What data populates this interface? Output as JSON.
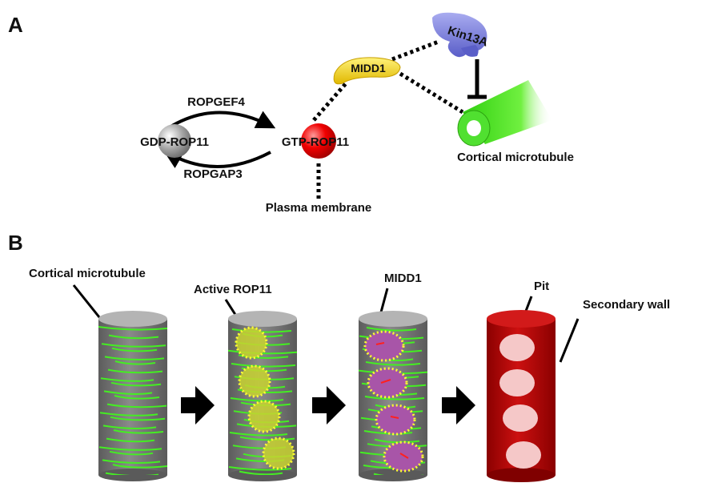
{
  "panel_a": {
    "letter": "A",
    "gdp_rop11": "GDP-ROP11",
    "gtp_rop11": "GTP-ROP11",
    "ropgef4": "ROPGEF4",
    "ropgap3": "ROPGAP3",
    "plasma_membrane": "Plasma membrane",
    "midd1": "MIDD1",
    "kin13a": "Kin13A",
    "cortical_microtubule": "Cortical microtubule"
  },
  "panel_b": {
    "letter": "B",
    "cortical_microtubule": "Cortical microtubule",
    "active_rop11": "Active ROP11",
    "midd1": "MIDD1",
    "pit": "Pit",
    "secondary_wall": "Secondary wall"
  },
  "colors": {
    "gdp_sphere": "#9a9a9a",
    "gtp_sphere": "#e00000",
    "midd1": "#f2d200",
    "kin13a": "#7b7fd6",
    "microtubule": "#40e020",
    "cell": "#707070",
    "rop_patch": "#c8d230",
    "midd1_patch": "#a855a8",
    "wall": "#b00000",
    "pit": "#f5c8c8",
    "patch_outline": "#ffff30"
  }
}
